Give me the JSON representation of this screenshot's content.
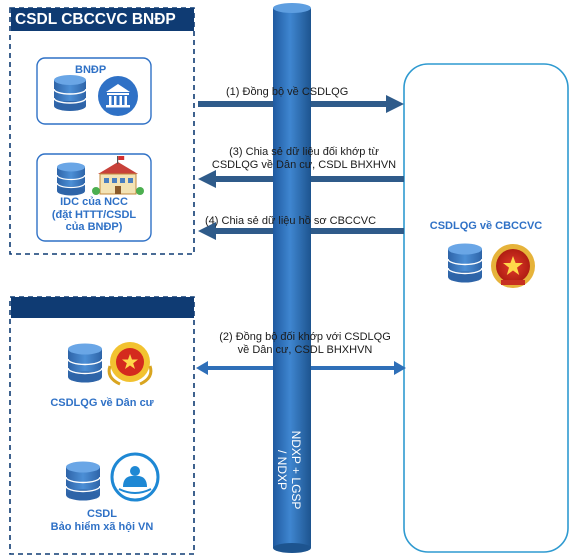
{
  "panel_top": {
    "title": "CSDL CBCCVC BNĐP"
  },
  "bndp_box": {
    "label": "BNĐP"
  },
  "idc_box": {
    "line1": "IDC của NCC",
    "line2": "(đặt HTTT/CSDL",
    "line3": "của BNĐP)"
  },
  "arrows": {
    "a1": "(1) Đồng bộ về CSDLQG",
    "a3_line1": "(3) Chia sẻ dữ liệu đối khớp từ",
    "a3_line2": "CSDLQG về Dân cư, CSDL BHXHVN",
    "a4": "(4) Chia sẻ dữ liệu hồ sơ CBCCVC",
    "a2_line1": "(2) Đồng bộ đối khớp với CSDLQG",
    "a2_line2": "về Dân cư, CSDL BHXHVN"
  },
  "right_panel": {
    "label": "CSDLQG về CBCCVC"
  },
  "dan_cu": {
    "label": "CSDLQG về Dân cư"
  },
  "bhxh": {
    "line1": "CSDL",
    "line2": "Bảo hiểm xã hội VN"
  },
  "pipe": {
    "label_line1": "NDXP + LGSP",
    "label_line2": "/ NDXP"
  },
  "colors": {
    "navy": "#0f3b73",
    "pipe": "#2f6fb8",
    "arrow": "#2f5b8a",
    "accent_blue": "#2f71c6",
    "db": "#3b76bd"
  }
}
